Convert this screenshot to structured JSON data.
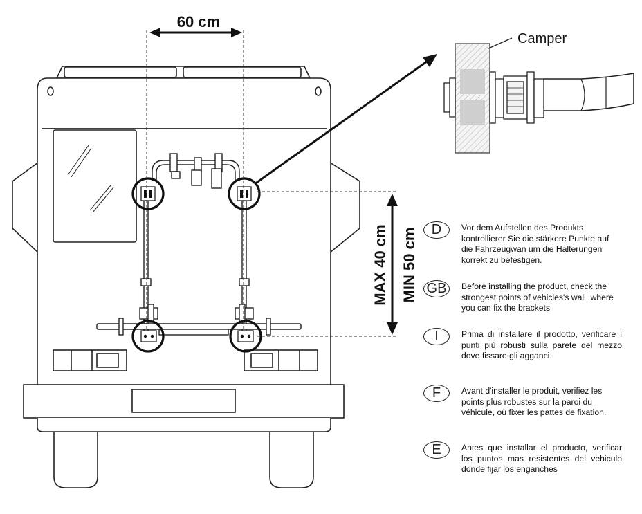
{
  "dimensions": {
    "width_label": "60 cm",
    "max_label": "MAX 40 cm",
    "min_label": "MIN 50 cm"
  },
  "callout": {
    "label": "Camper"
  },
  "instructions": [
    {
      "code": "D",
      "text": "Vor dem Aufstellen des Produkts kontrollierer Sie die stärkere Punkte auf die Fahrzeugwan um die Halterungen korrekt zu befestigen."
    },
    {
      "code": "GB",
      "text": "Before installing the product, check the strongest points of vehicles's wall, where you can fix the brackets"
    },
    {
      "code": "I",
      "text": "Prima di installare il prodotto, verificare i punti più robusti sulla parete del mezzo dove fissare gli agganci."
    },
    {
      "code": "F",
      "text": "Avant d'installer le produit, verifiez les points plus robustes sur la paroi du véhicule, où fixer les pattes de fixation."
    },
    {
      "code": "E",
      "text": "Antes que installar el producto, verificar los puntos mas resistentes del vehiculo donde fijar los enganches"
    }
  ],
  "colors": {
    "line": "#222222",
    "hatch_fill": "#f2f2f2",
    "block_fill": "#cfcfcf"
  }
}
